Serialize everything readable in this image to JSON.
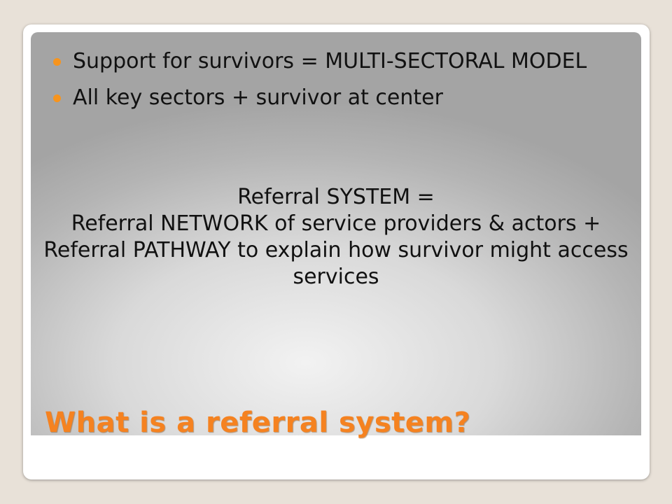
{
  "bullets": [
    "Support for survivors = MULTI-SECTORAL MODEL",
    "All key sectors + survivor at center"
  ],
  "center_text": [
    "Referral SYSTEM =",
    "Referral NETWORK of service providers & actors +",
    "Referral PATHWAY to explain how survivor might access services"
  ],
  "title": "What is a referral system?",
  "colors": {
    "accent": "#f58220",
    "bullet": "#f7941d",
    "page_background": "#e8e1d8"
  }
}
